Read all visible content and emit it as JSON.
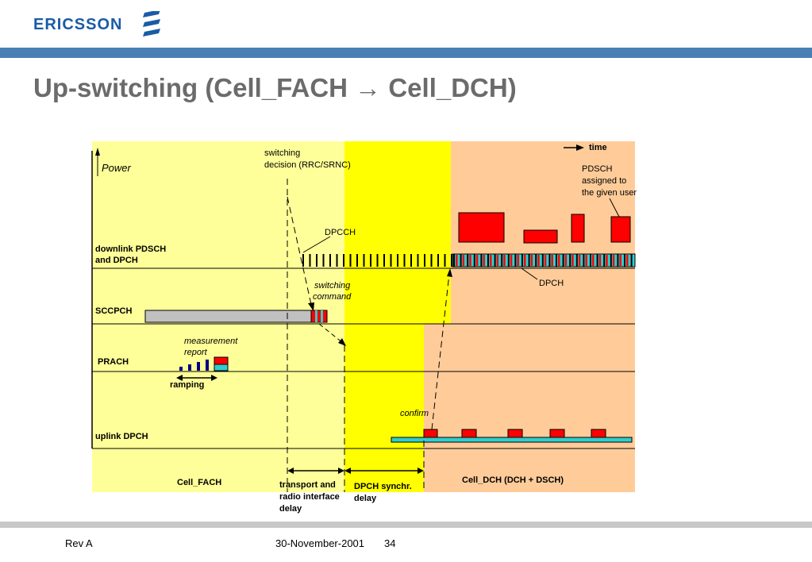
{
  "header": {
    "logo_text": "ERICSSON",
    "title": "Up-switching (Cell_FACH → Cell_DCH)"
  },
  "diagram": {
    "axis": {
      "power": "Power",
      "time": "time"
    },
    "channels": {
      "downlink_line1": "downlink PDSCH",
      "downlink_line2": "and DPCH",
      "sccpch": "SCCPCH",
      "prach": "PRACH",
      "uplink": "uplink DPCH"
    },
    "annotations": {
      "switching_decision_line1": "switching",
      "switching_decision_line2": "decision (RRC/SRNC)",
      "pdsch_line1": "PDSCH",
      "pdsch_line2": "assigned to",
      "pdsch_line3": "the given user",
      "dpcch": "DPCCH",
      "dpch": "DPCH",
      "switching_command_line1": "switching",
      "switching_command_line2": "command",
      "measurement_line1": "measurement",
      "measurement_line2": "report",
      "ramping": "ramping",
      "confirm": "confirm"
    },
    "states": {
      "cell_fach": "Cell_FACH",
      "cell_dch": "Cell_DCH (DCH + DSCH)"
    },
    "delays": {
      "transport_line1": "transport and",
      "transport_line2": "radio interface",
      "transport_line3": "delay",
      "dpch_sync_line1": "DPCH synchr.",
      "dpch_sync_line2": "delay"
    },
    "colors": {
      "fach_region": "#ffff99",
      "transition_region": "#ffff00",
      "dch_region": "#ffcc99",
      "block_red": "#ff0000",
      "block_cyan": "#33cccc",
      "sccpch_bar": "#c0c0c0",
      "ramp_blue": "#000080"
    }
  },
  "footer": {
    "rev": "Rev A",
    "date": "30-November-2001",
    "page": "34"
  }
}
